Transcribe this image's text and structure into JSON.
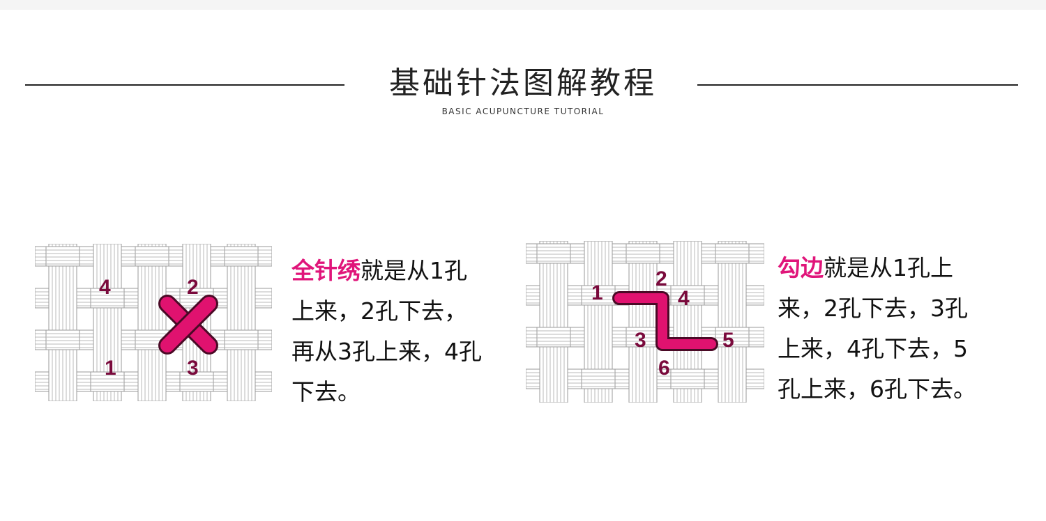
{
  "header": {
    "title": "基础针法图解教程",
    "subtitle": "BASIC ACUPUNCTURE TUTORIAL"
  },
  "stitches": [
    {
      "highlight": "全针绣",
      "lines": [
        "就是从1孔",
        "上来，2孔下去，",
        "再从3孔上来，4孔",
        "下去。"
      ],
      "hole_labels": [
        "1",
        "2",
        "3",
        "4"
      ]
    },
    {
      "highlight": "勾边",
      "lines": [
        "就是从1孔上",
        "来，2孔下去，3孔",
        "上来，4孔下去，5",
        "孔上来，6孔下去。"
      ],
      "hole_labels": [
        "1",
        "2",
        "3",
        "4",
        "5",
        "6"
      ]
    }
  ],
  "colors": {
    "accent": "#e0157a",
    "thread": "#e0126f",
    "label": "#7a0a3c",
    "rule": "#222222"
  }
}
